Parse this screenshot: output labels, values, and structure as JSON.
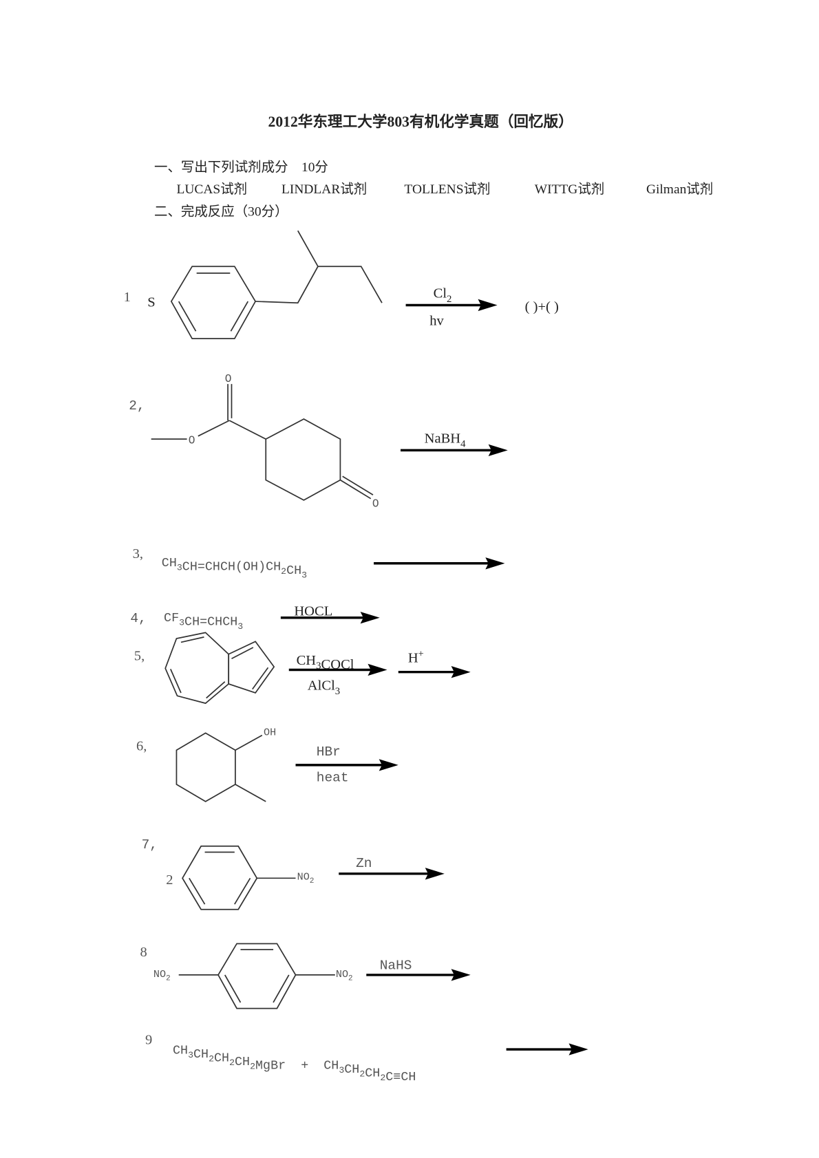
{
  "title": "2012华东理工大学803有机化学真题（回忆版）",
  "section1": {
    "heading": "一、写出下列试剂成分　10分",
    "reagents": [
      "LUCAS试剂",
      "LINDLAR试剂",
      "TOLLENS试剂",
      "WITTG试剂",
      "Gilman试剂"
    ]
  },
  "section2": {
    "heading": "二、完成反应（30分）"
  },
  "reactions": [
    {
      "label": "1",
      "prefix": "S",
      "reagent_top": "Cl2",
      "reagent_bottom": "hv",
      "products": "(   )+(   )"
    },
    {
      "label": "2,",
      "atom_o1": "O",
      "atom_o2": "O",
      "atom_o3": "O",
      "reagent_top": "NaBH4"
    },
    {
      "label": "3,",
      "formula": "CH3CH=CHCH(OH)CH2CH3"
    },
    {
      "label": "4,",
      "formula": "CF3CH=CHCH3",
      "reagent_top": "HOCL"
    },
    {
      "label": "5,",
      "reagent_top": "CH3COCl",
      "reagent_bottom": "AlCl3",
      "reagent2_top": "H+"
    },
    {
      "label": "6,",
      "substituent": "OH",
      "reagent_top": "HBr",
      "reagent_bottom": "heat"
    },
    {
      "label": "7,",
      "coefficient": "2",
      "substituent": "NO2",
      "reagent_top": "Zn"
    },
    {
      "label": "8",
      "substituent_left": "NO2",
      "substituent_right": "NO2",
      "reagent_top": "NaHS"
    },
    {
      "label": "9",
      "formula": "CH3CH2CH2CH2MgBr  +  CH3CH2CH2C≡CH"
    }
  ]
}
